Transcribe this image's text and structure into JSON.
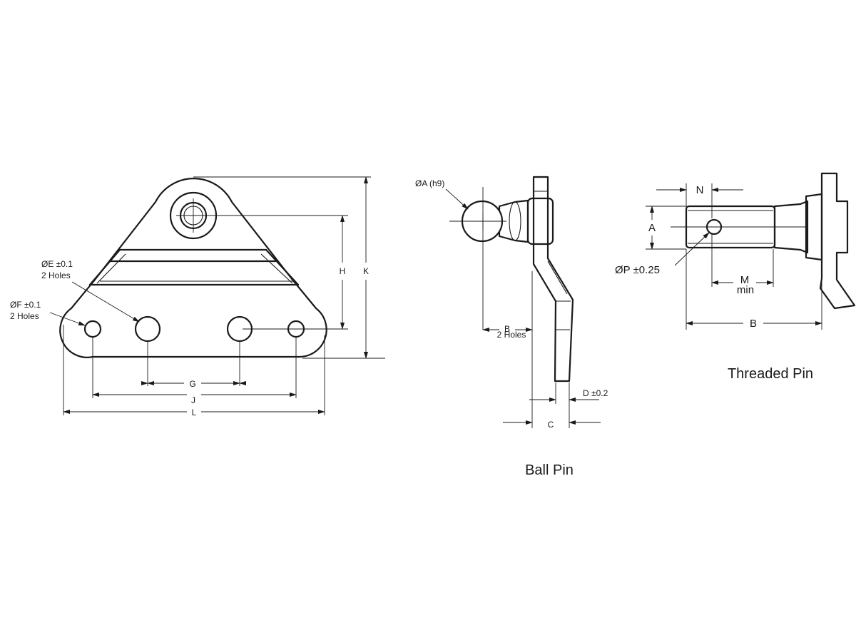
{
  "bracket": {
    "hole_e_label": "ØE ±0.1",
    "hole_e_count": "2 Holes",
    "hole_f_label": "ØF ±0.1",
    "hole_f_count": "2 Holes",
    "dim_g": "G",
    "dim_j": "J",
    "dim_l": "L",
    "dim_h": "H",
    "dim_k": "K"
  },
  "ball_pin": {
    "title": "Ball Pin",
    "dim_a": "ØA (h9)",
    "dim_b": "B",
    "dim_b_note": "2 Holes",
    "dim_c": "C",
    "dim_d": "D ±0.2"
  },
  "threaded_pin": {
    "title": "Threaded Pin",
    "dim_n": "N",
    "dim_a": "A",
    "dim_p": "ØP ±0.25",
    "dim_m": "M",
    "dim_m_note": "min",
    "dim_b": "B"
  }
}
